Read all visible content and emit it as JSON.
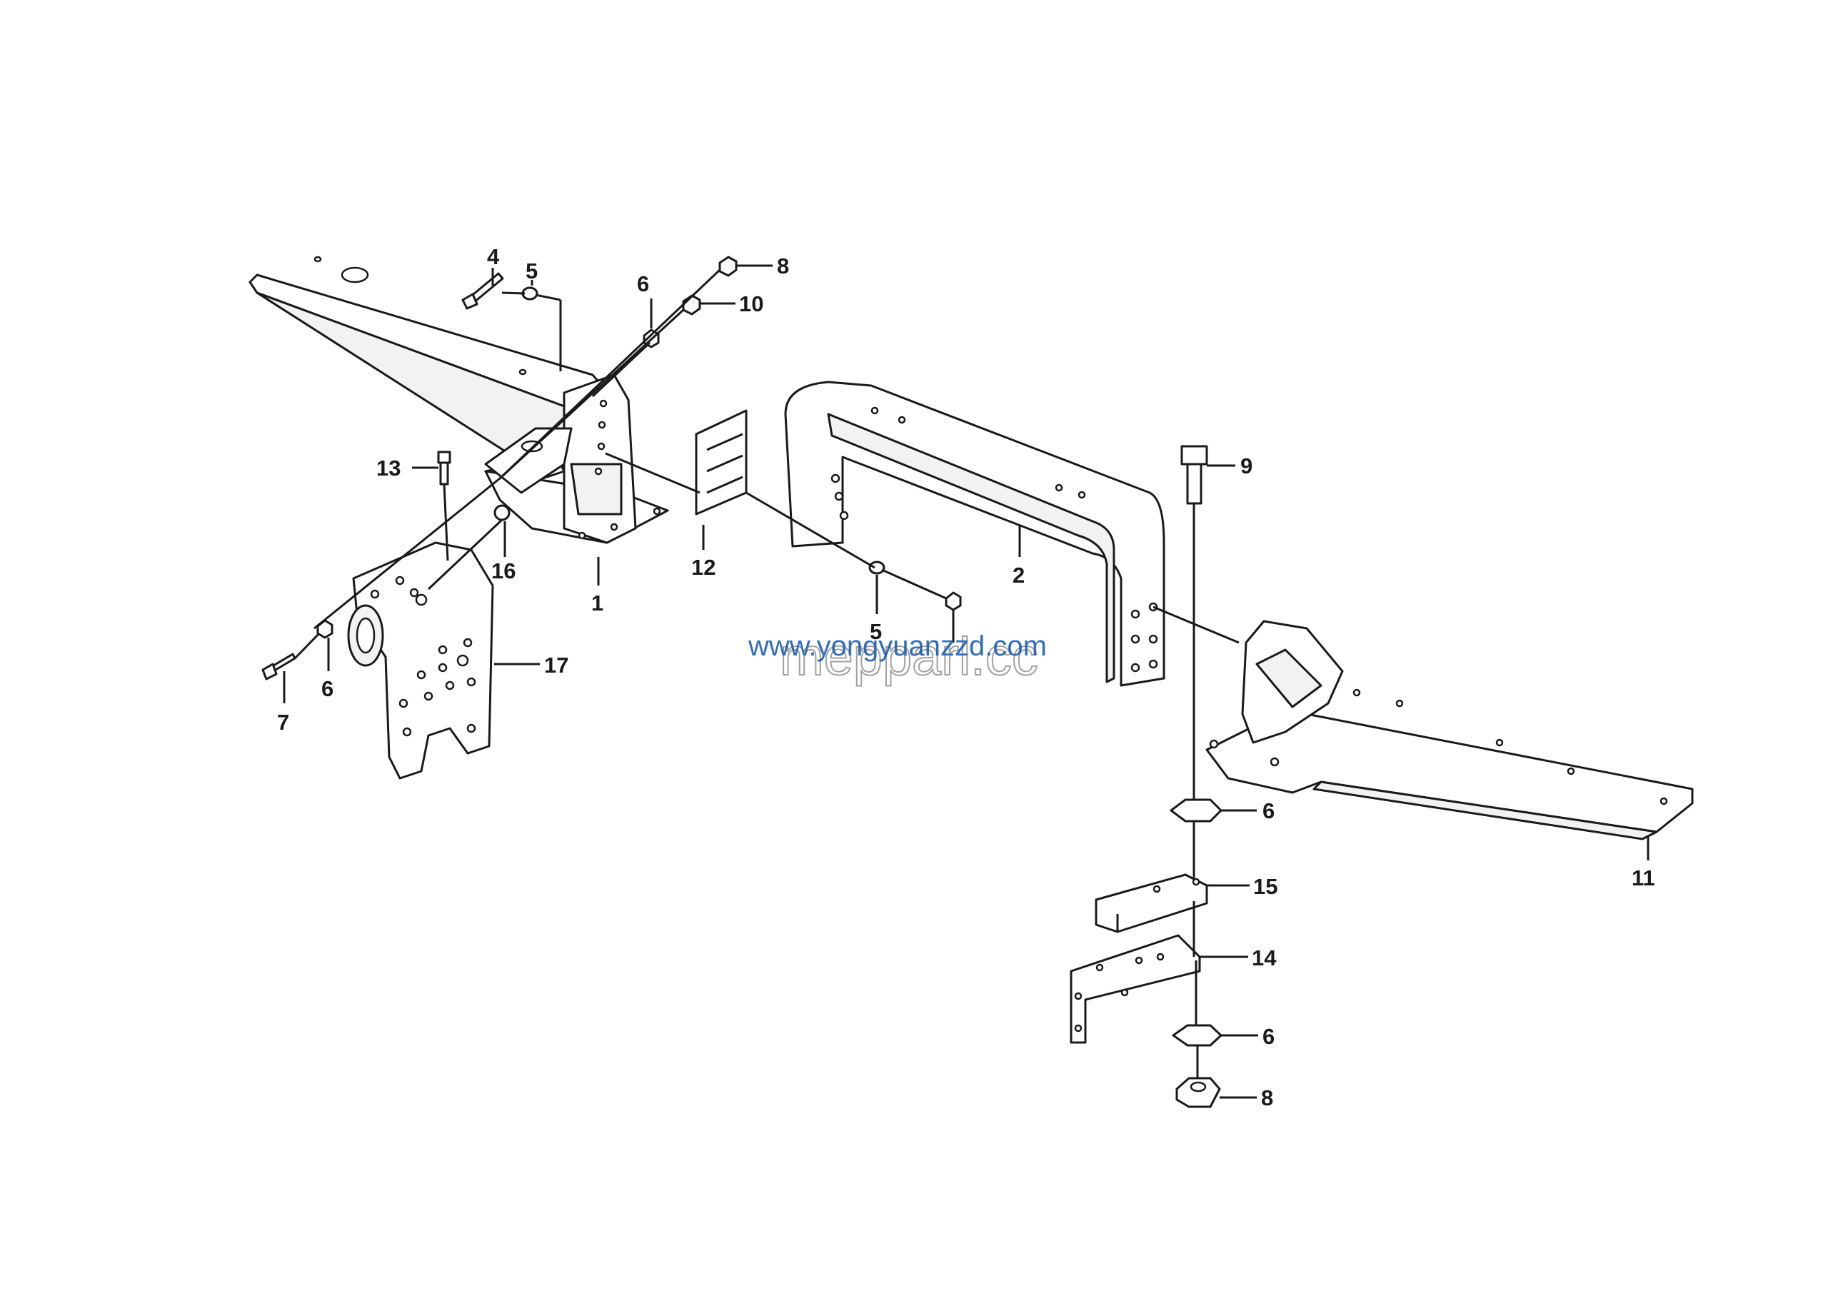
{
  "diagram": {
    "callouts": [
      {
        "id": "c4",
        "label": "4"
      },
      {
        "id": "c5a",
        "label": "5"
      },
      {
        "id": "c6a",
        "label": "6"
      },
      {
        "id": "c8a",
        "label": "8"
      },
      {
        "id": "c10",
        "label": "10"
      },
      {
        "id": "c13",
        "label": "13"
      },
      {
        "id": "c16",
        "label": "16"
      },
      {
        "id": "c1",
        "label": "1"
      },
      {
        "id": "c12",
        "label": "12"
      },
      {
        "id": "c2",
        "label": "2"
      },
      {
        "id": "c9",
        "label": "9"
      },
      {
        "id": "c17",
        "label": "17"
      },
      {
        "id": "c7",
        "label": "7"
      },
      {
        "id": "c6b",
        "label": "6"
      },
      {
        "id": "c5b",
        "label": "5"
      },
      {
        "id": "c11",
        "label": "11"
      },
      {
        "id": "c6c",
        "label": "6"
      },
      {
        "id": "c15",
        "label": "15"
      },
      {
        "id": "c14",
        "label": "14"
      },
      {
        "id": "c6d",
        "label": "6"
      },
      {
        "id": "c8b",
        "label": "8"
      }
    ],
    "watermark_url": "www.yongyuanzzd.com",
    "watermark_logo": "mepparl.cc"
  }
}
